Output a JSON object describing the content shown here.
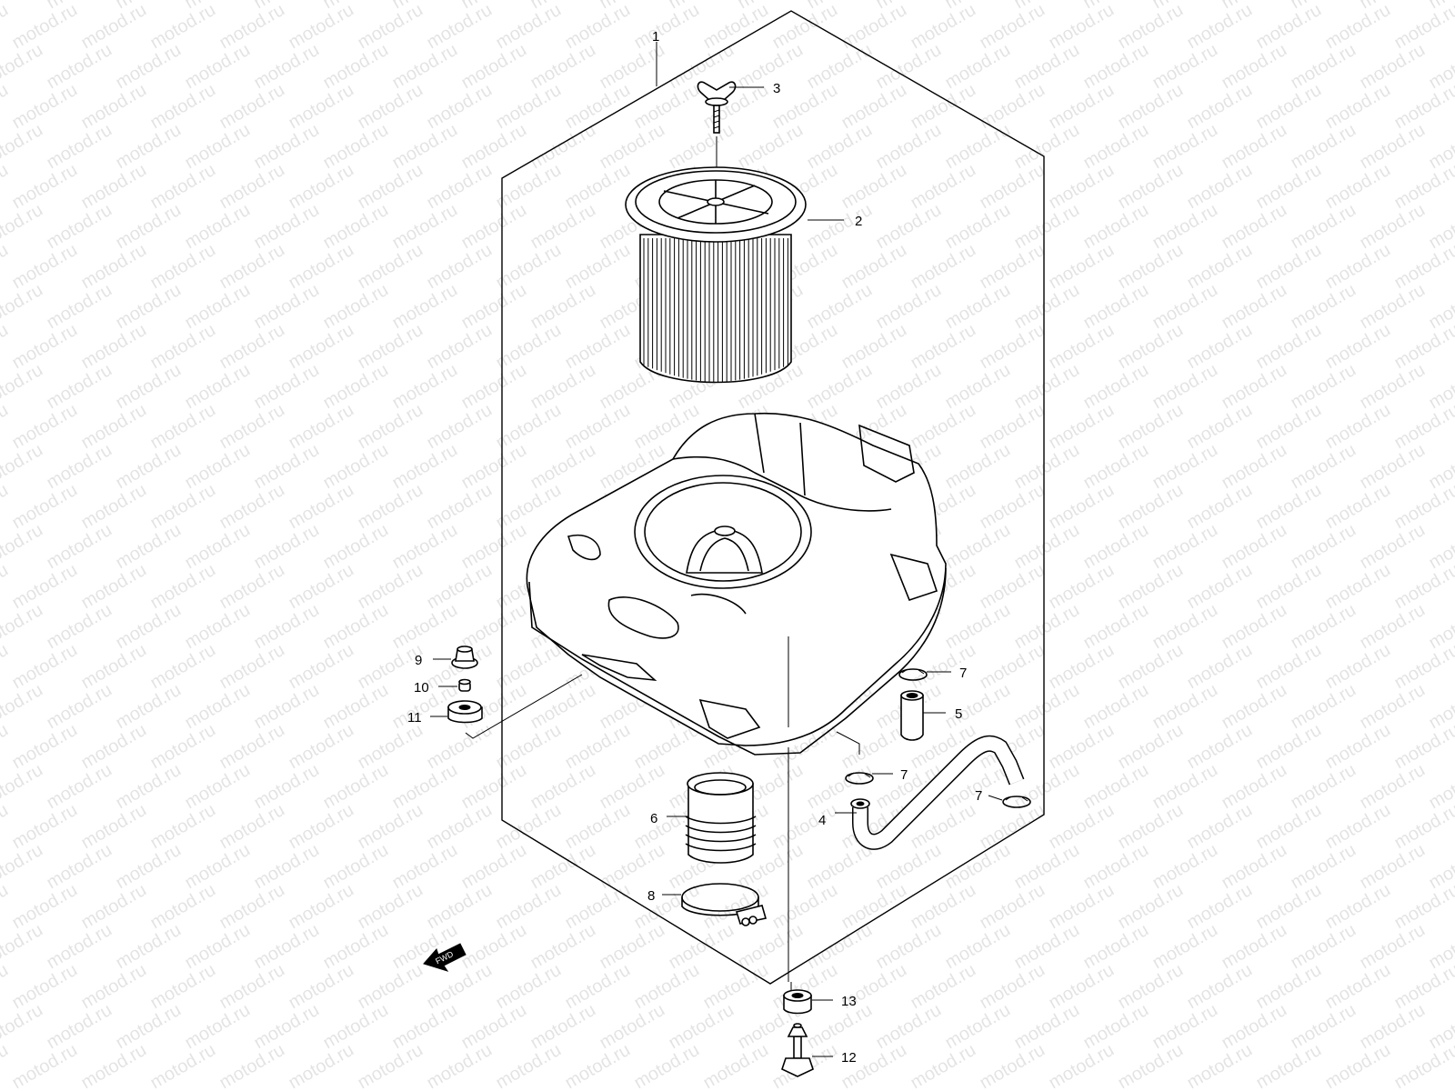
{
  "watermark": "motod.ru",
  "fwd_label": "FWD",
  "callouts": [
    {
      "id": "c1",
      "text": "1"
    },
    {
      "id": "c2",
      "text": "2"
    },
    {
      "id": "c3",
      "text": "3"
    },
    {
      "id": "c4",
      "text": "4"
    },
    {
      "id": "c5",
      "text": "5"
    },
    {
      "id": "c6",
      "text": "6"
    },
    {
      "id": "c7a",
      "text": "7"
    },
    {
      "id": "c7b",
      "text": "7"
    },
    {
      "id": "c7c",
      "text": "7"
    },
    {
      "id": "c8",
      "text": "8"
    },
    {
      "id": "c9",
      "text": "9"
    },
    {
      "id": "c10",
      "text": "10"
    },
    {
      "id": "c11",
      "text": "11"
    },
    {
      "id": "c12",
      "text": "12"
    },
    {
      "id": "c13",
      "text": "13"
    }
  ]
}
